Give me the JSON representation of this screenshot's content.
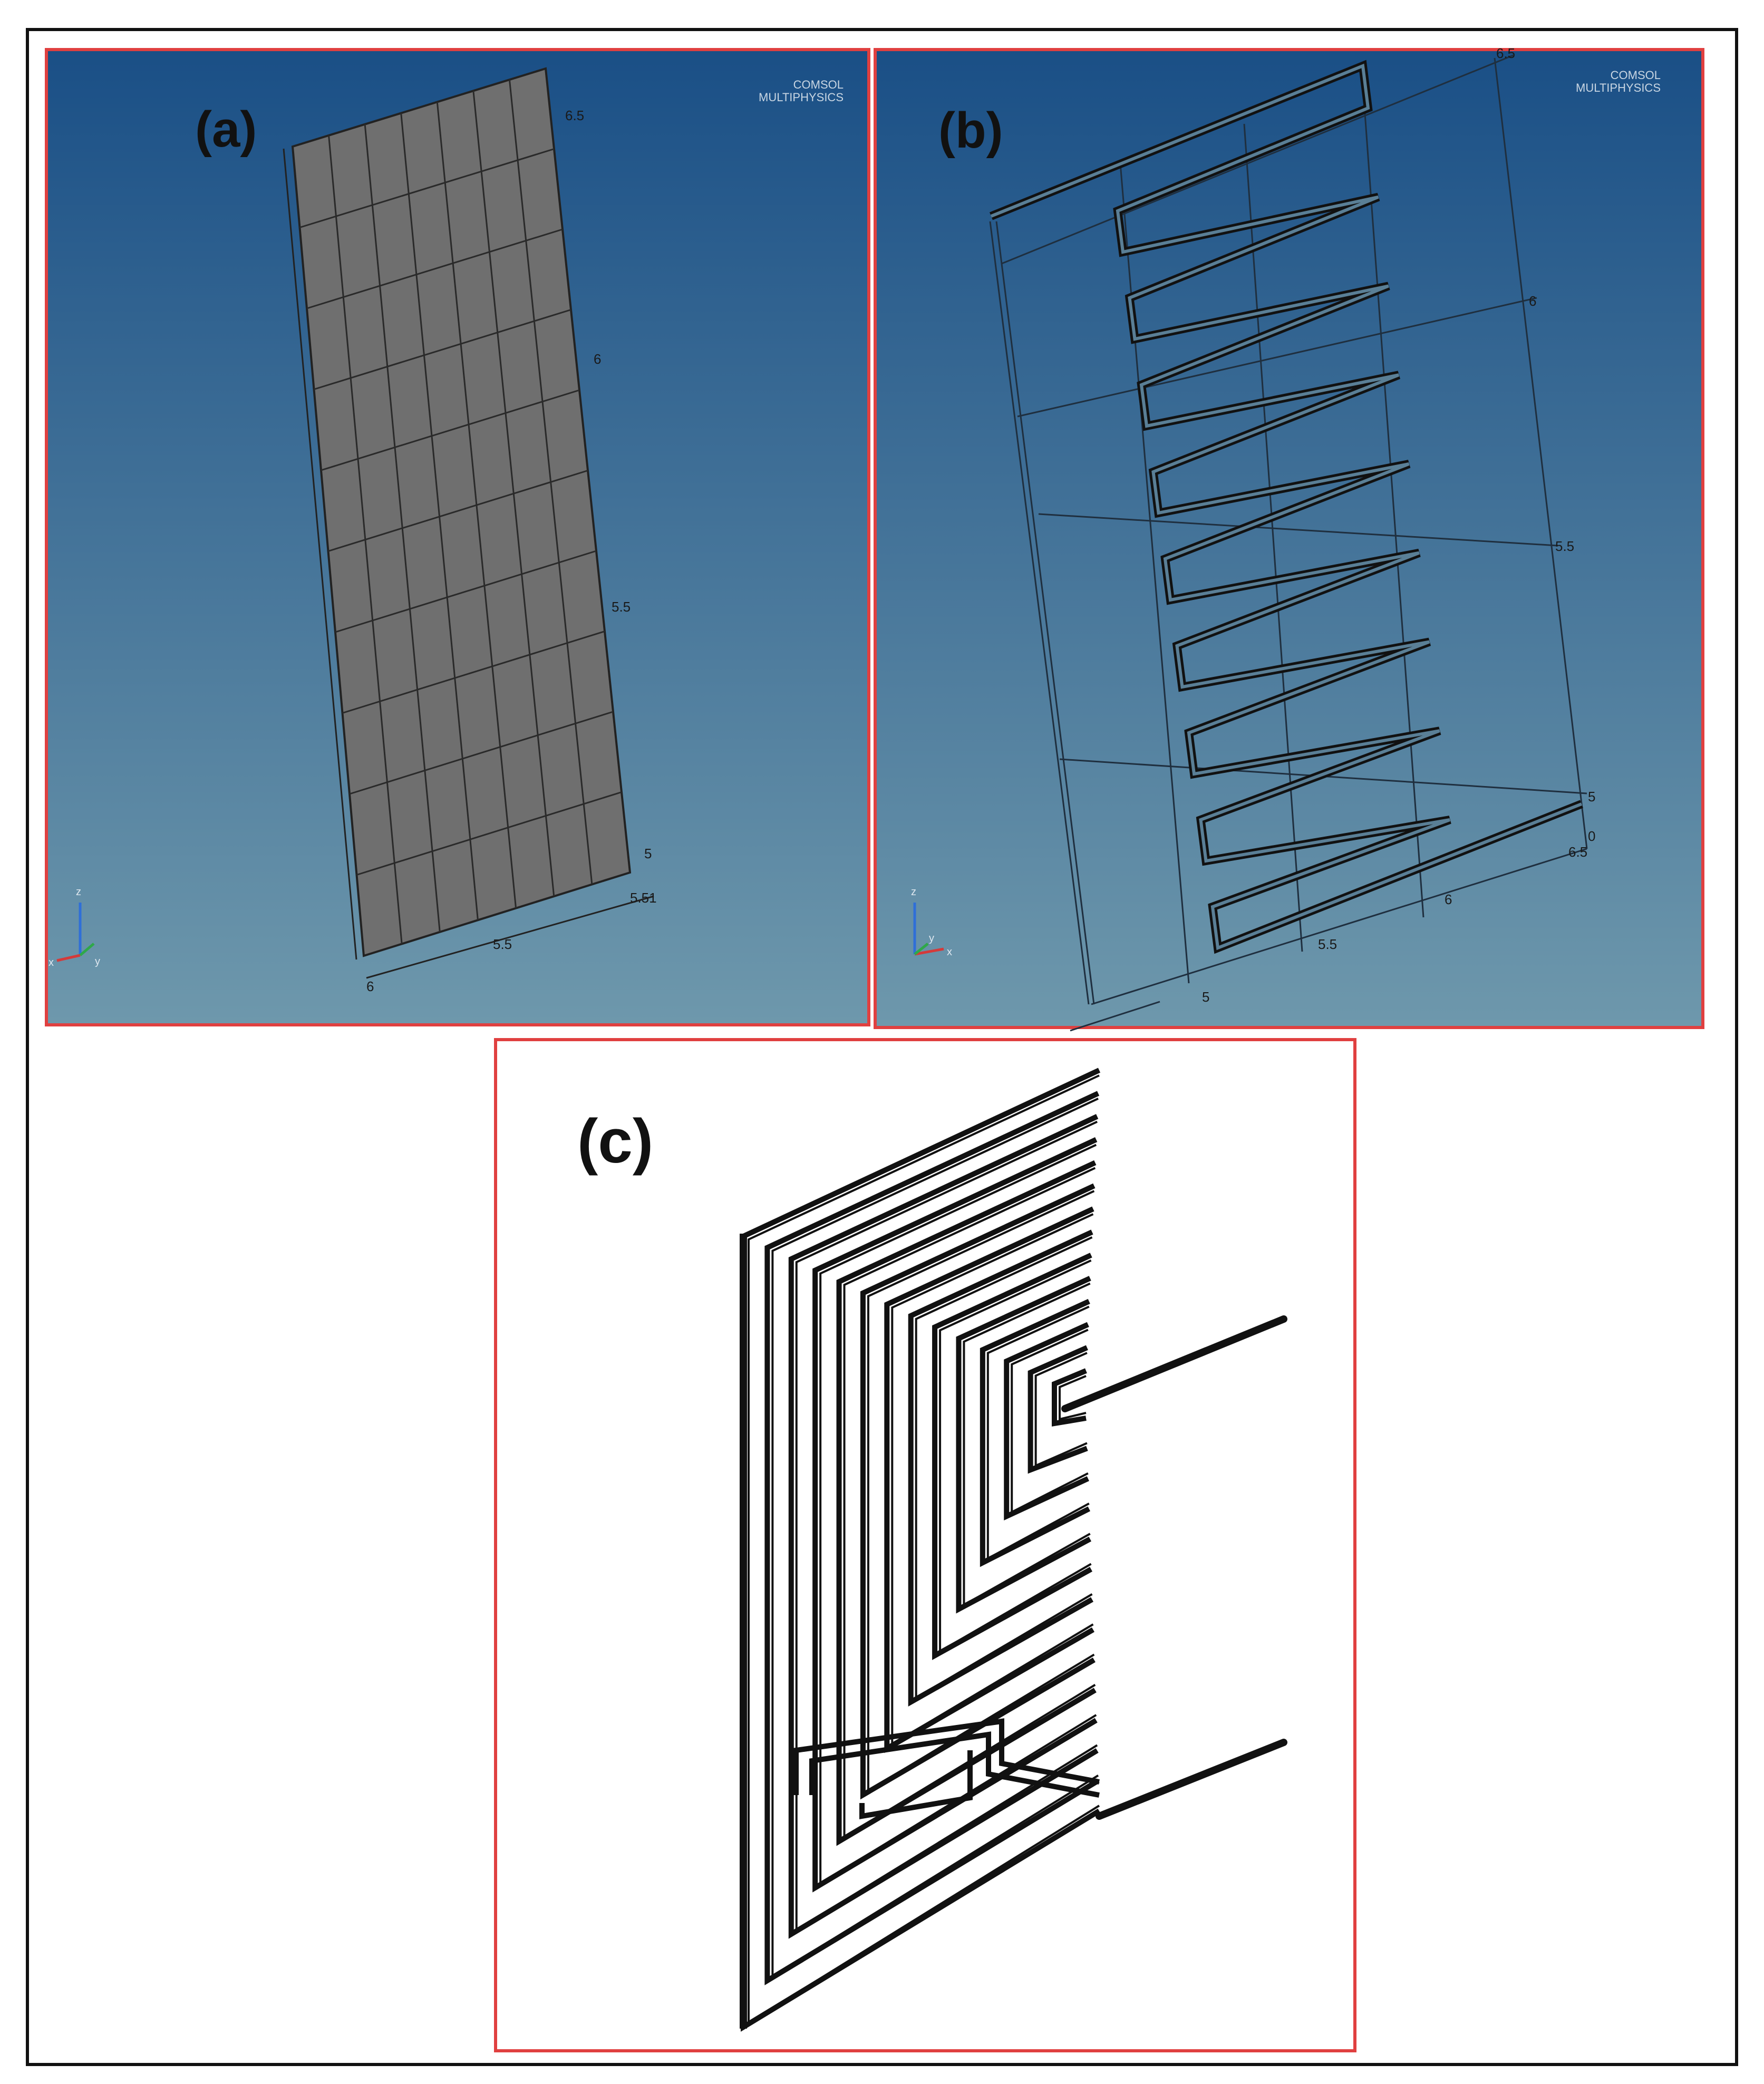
{
  "panels": {
    "a": {
      "label": "(a)",
      "watermark": [
        "COMSOL",
        "MULTIPHYSICS"
      ],
      "tick_labels": [
        "6.5",
        "6",
        "5.5",
        "5",
        "5.51",
        "5.5",
        "6"
      ],
      "axis_triad": [
        "z",
        "x",
        "y"
      ],
      "mesh": {
        "columns": 7,
        "rows": 10
      }
    },
    "b": {
      "label": "(b)",
      "watermark": [
        "COMSOL",
        "MULTIPHYSICS"
      ],
      "tick_labels": [
        "6.5",
        "6",
        "5.5",
        "5",
        "0",
        "6.5",
        "6",
        "5.5",
        "5"
      ],
      "axis_triad": [
        "z",
        "y",
        "x"
      ],
      "meander_turns": 9
    },
    "c": {
      "label": "(c)",
      "spiral_turns": 14
    }
  },
  "colors": {
    "frame": "#e04040",
    "outer_border": "#111111",
    "viewport_top": "#1a4f86",
    "viewport_bottom": "#6e98ac",
    "mesh_fill": "#6f6f6f",
    "trace": "#111111"
  }
}
